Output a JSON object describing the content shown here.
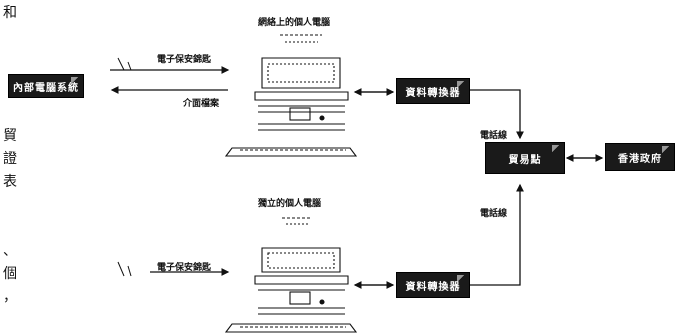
{
  "left_text": {
    "line1": "證和",
    "line2": "子貿",
    "line3": "口證",
    "line4": "張表",
    "line5": "整、",
    "line6": "五個",
    "line7": "無，"
  },
  "diagram": {
    "top_pc_title": "網絡上的個人電腦",
    "bottom_pc_title": "獨立的個人電腦",
    "internal_system": "內部電腦系統",
    "top_send_label": "電子保安錦匙",
    "top_return_label": "介面檔案",
    "bottom_send_label": "電子保安錦匙",
    "top_converter": "資料轉換器",
    "bottom_converter": "資料轉換器",
    "top_line_label": "電話線",
    "bottom_line_label": "電話線",
    "trade_hub": "貿易點",
    "government": "香港政府"
  }
}
